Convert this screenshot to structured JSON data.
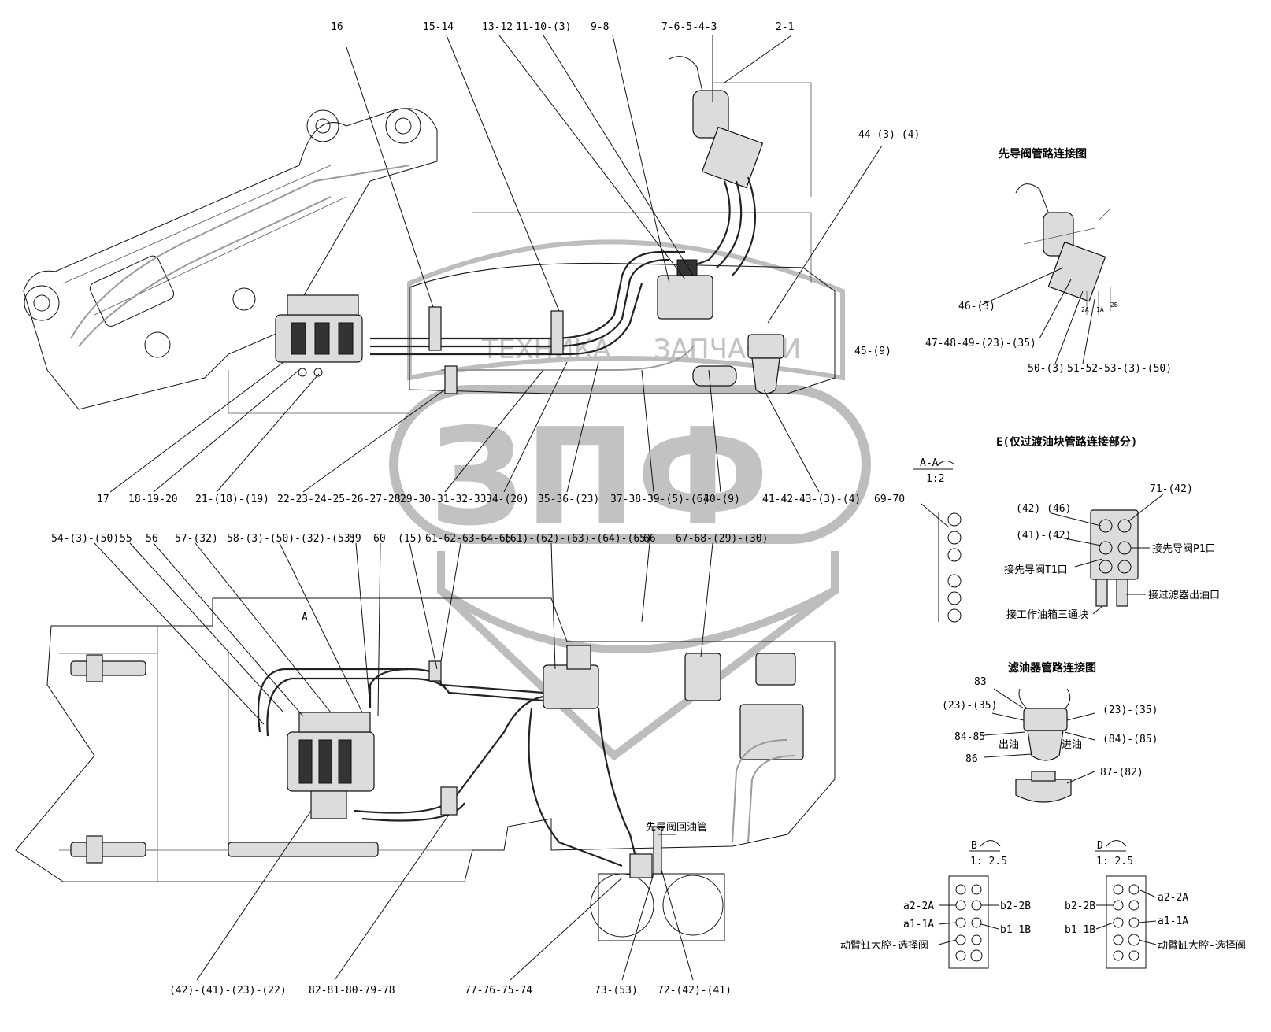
{
  "callouts_top": [
    {
      "id": "c16",
      "text": "16"
    },
    {
      "id": "c15-14",
      "text": "15-14"
    },
    {
      "id": "c13-12",
      "text": "13-12"
    },
    {
      "id": "c11-10-3",
      "text": "11-10-(3)"
    },
    {
      "id": "c9-8",
      "text": "9-8"
    },
    {
      "id": "c7-6-5-4-3",
      "text": "7-6-5-4-3"
    },
    {
      "id": "c2-1",
      "text": "2-1"
    },
    {
      "id": "c44",
      "text": "44-(3)-(4)"
    },
    {
      "id": "c45",
      "text": "45-(9)"
    }
  ],
  "callouts_row2": [
    {
      "id": "c17",
      "text": "17"
    },
    {
      "id": "c18",
      "text": "18-19-20"
    },
    {
      "id": "c21",
      "text": "21-(18)-(19)"
    },
    {
      "id": "c22",
      "text": "22-23-24-25-26-27-28"
    },
    {
      "id": "c29",
      "text": "29-30-31-32-33"
    },
    {
      "id": "c34",
      "text": "34-(20)"
    },
    {
      "id": "c35",
      "text": "35-36-(23)"
    },
    {
      "id": "c37",
      "text": "37-38-39-(5)-(6)"
    },
    {
      "id": "c40",
      "text": "40-(9)"
    },
    {
      "id": "c41",
      "text": "41-42-43-(3)-(4)"
    },
    {
      "id": "c69",
      "text": "69-70"
    }
  ],
  "callouts_row3": [
    {
      "id": "c54",
      "text": "54-(3)-(50)"
    },
    {
      "id": "c55",
      "text": "55"
    },
    {
      "id": "c56",
      "text": "56"
    },
    {
      "id": "c57",
      "text": "57-(32)"
    },
    {
      "id": "c58",
      "text": "58-(3)-(50)-(32)-(53)"
    },
    {
      "id": "c59",
      "text": "59"
    },
    {
      "id": "c60",
      "text": "60"
    },
    {
      "id": "c15p",
      "text": "(15)"
    },
    {
      "id": "c61",
      "text": "61-62-63-64-65"
    },
    {
      "id": "c61p",
      "text": "(61)-(62)-(63)-(64)-(65)"
    },
    {
      "id": "c66",
      "text": "66"
    },
    {
      "id": "c67",
      "text": "67-68-(29)-(30)"
    }
  ],
  "callouts_bottom": [
    {
      "id": "c42b",
      "text": "(42)-(41)-(23)-(22)"
    },
    {
      "id": "c82",
      "text": "82-81-80-79-78"
    },
    {
      "id": "c77",
      "text": "77-76-75-74"
    },
    {
      "id": "c73",
      "text": "73-(53)"
    },
    {
      "id": "c72",
      "text": "72-(42)-(41)"
    }
  ],
  "pilot_return_label": "先导阀回油管",
  "pilot_panel": {
    "title": "先导阀管路连接图",
    "labels": [
      "46-(3)",
      "47-48-49-(23)-(35)",
      "50-(3)",
      "51-52-53-(3)-(50)"
    ],
    "port_marks": [
      "2A",
      "1A",
      "2B"
    ]
  },
  "section_aa": {
    "title": "A-A",
    "scale": "1:2"
  },
  "block_panel": {
    "title": "E(仅过渡油块管路连接部分)",
    "labels": [
      "(42)-(46)",
      "(41)-(42)",
      "71-(42)"
    ],
    "notes": [
      "接先导阀P1口",
      "接先导阀T1口",
      "接过滤器出油口",
      "接工作油箱三通块"
    ]
  },
  "filter_panel": {
    "title": "滤油器管路连接图",
    "labels": [
      "83",
      "(23)-(35)",
      "(23)-(35)",
      "84-85",
      "(84)-(85)",
      "86",
      "87-(82)"
    ],
    "flow": [
      "出油",
      "进油"
    ]
  },
  "view_b": {
    "title": "B",
    "scale": "1: 2.5",
    "left": [
      "a2-2A",
      "a1-1A"
    ],
    "right": [
      "b2-2B",
      "b1-1B"
    ],
    "note": "动臂缸大腔-选择阀"
  },
  "view_d": {
    "title": "D",
    "scale": "1: 2.5",
    "left": [
      "b2-2B",
      "b1-1B"
    ],
    "right": [
      "a2-2A",
      "a1-1A"
    ],
    "note": "动臂缸大腔-选择阀"
  },
  "small_marks": {
    "a_mark": "A"
  },
  "watermark": {
    "line1": "ТЕХНИКА",
    "line2": "ЗАПЧАСТИ",
    "logo": "ЗПФ"
  }
}
